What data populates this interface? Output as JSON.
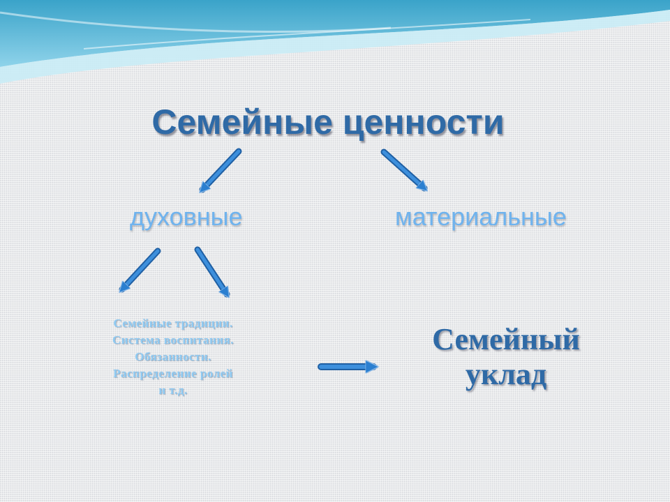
{
  "title": "Семейные ценности",
  "branches": {
    "left": "духовные",
    "right": "материальные"
  },
  "spiritual_items": [
    "Семейные традиции.",
    "Система воспитания.",
    "Обязанности.",
    "Распределение ролей",
    "и т.д."
  ],
  "result": {
    "line1": "Семейный",
    "line2": "уклад"
  },
  "colors": {
    "title": "#2f6aa6",
    "branch": "#6fb3ee",
    "items": "#8fcaf2",
    "arrow": "#2b7fd0"
  }
}
